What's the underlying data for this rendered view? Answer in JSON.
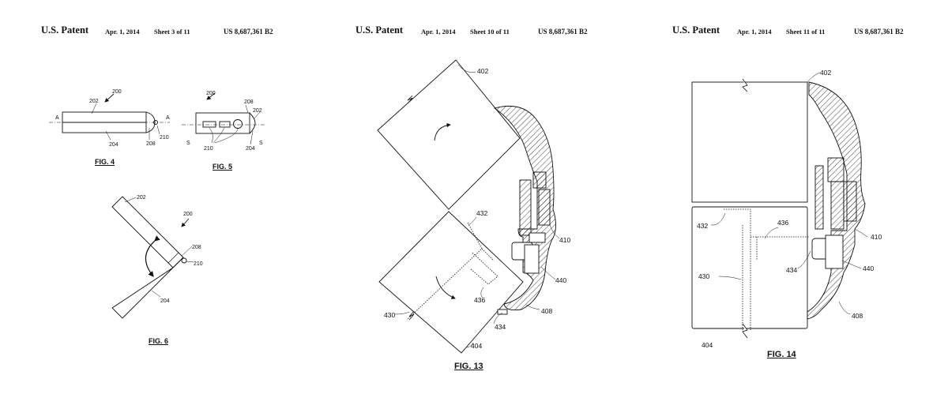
{
  "sheets": [
    {
      "header": {
        "left": "U.S. Patent",
        "date": "Apr. 1, 2014",
        "sheet": "Sheet 3 of 11",
        "number": "US 8,687,361 B2"
      },
      "figures": [
        "FIG. 4",
        "FIG. 5",
        "FIG. 6"
      ],
      "refs": {
        "fig4": [
          "A",
          "A",
          "200",
          "202",
          "204",
          "208",
          "210"
        ],
        "fig5": [
          "200",
          "208",
          "202",
          "S",
          "S",
          "210",
          "204"
        ],
        "fig6": [
          "202",
          "200",
          "208",
          "210",
          "204"
        ]
      }
    },
    {
      "header": {
        "left": "U.S. Patent",
        "date": "Apr. 1, 2014",
        "sheet": "Sheet 10 of 11",
        "number": "US 8,687,361 B2"
      },
      "figures": [
        "FIG. 13"
      ],
      "refs": [
        "402",
        "432",
        "410",
        "440",
        "436",
        "430",
        "434",
        "408",
        "404"
      ]
    },
    {
      "header": {
        "left": "U.S. Patent",
        "date": "Apr. 1, 2014",
        "sheet": "Sheet 11 of 11",
        "number": "US 8,687,361 B2"
      },
      "figures": [
        "FIG. 14"
      ],
      "refs": [
        "402",
        "432",
        "436",
        "410",
        "434",
        "440",
        "430",
        "408",
        "404"
      ]
    }
  ]
}
